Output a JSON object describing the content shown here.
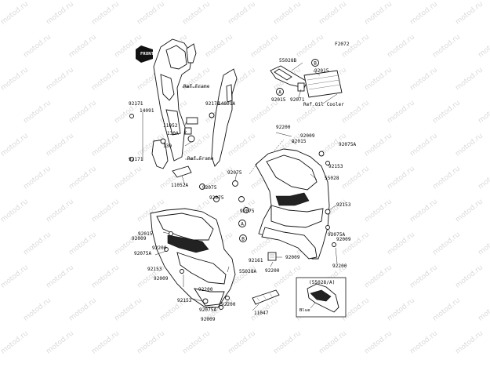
{
  "diagram_code": "F2072",
  "watermark_text": "motod.ru",
  "front_arrow_label": "FRONT",
  "inset": {
    "title": "(55028/A)",
    "color_label": "Blue"
  },
  "labels": [
    "55028B",
    "92015",
    "92015",
    "92071",
    "Ref.Oil Cooler",
    "Ref.Frame",
    "Ref.Frame",
    "14091A",
    "14091",
    "92171",
    "92171",
    "92171",
    "11052",
    "130A",
    "130",
    "11052A",
    "92075",
    "92200",
    "92009",
    "92015",
    "92075A",
    "92153",
    "55028",
    "92075",
    "92075",
    "92075",
    "92153",
    "92075A",
    "92009",
    "92200",
    "92015",
    "92009",
    "92200",
    "92075A",
    "92153",
    "92009",
    "55028A",
    "92161",
    "92009",
    "92200",
    "92200",
    "92153",
    "92200",
    "92075A",
    "92009",
    "11047"
  ]
}
